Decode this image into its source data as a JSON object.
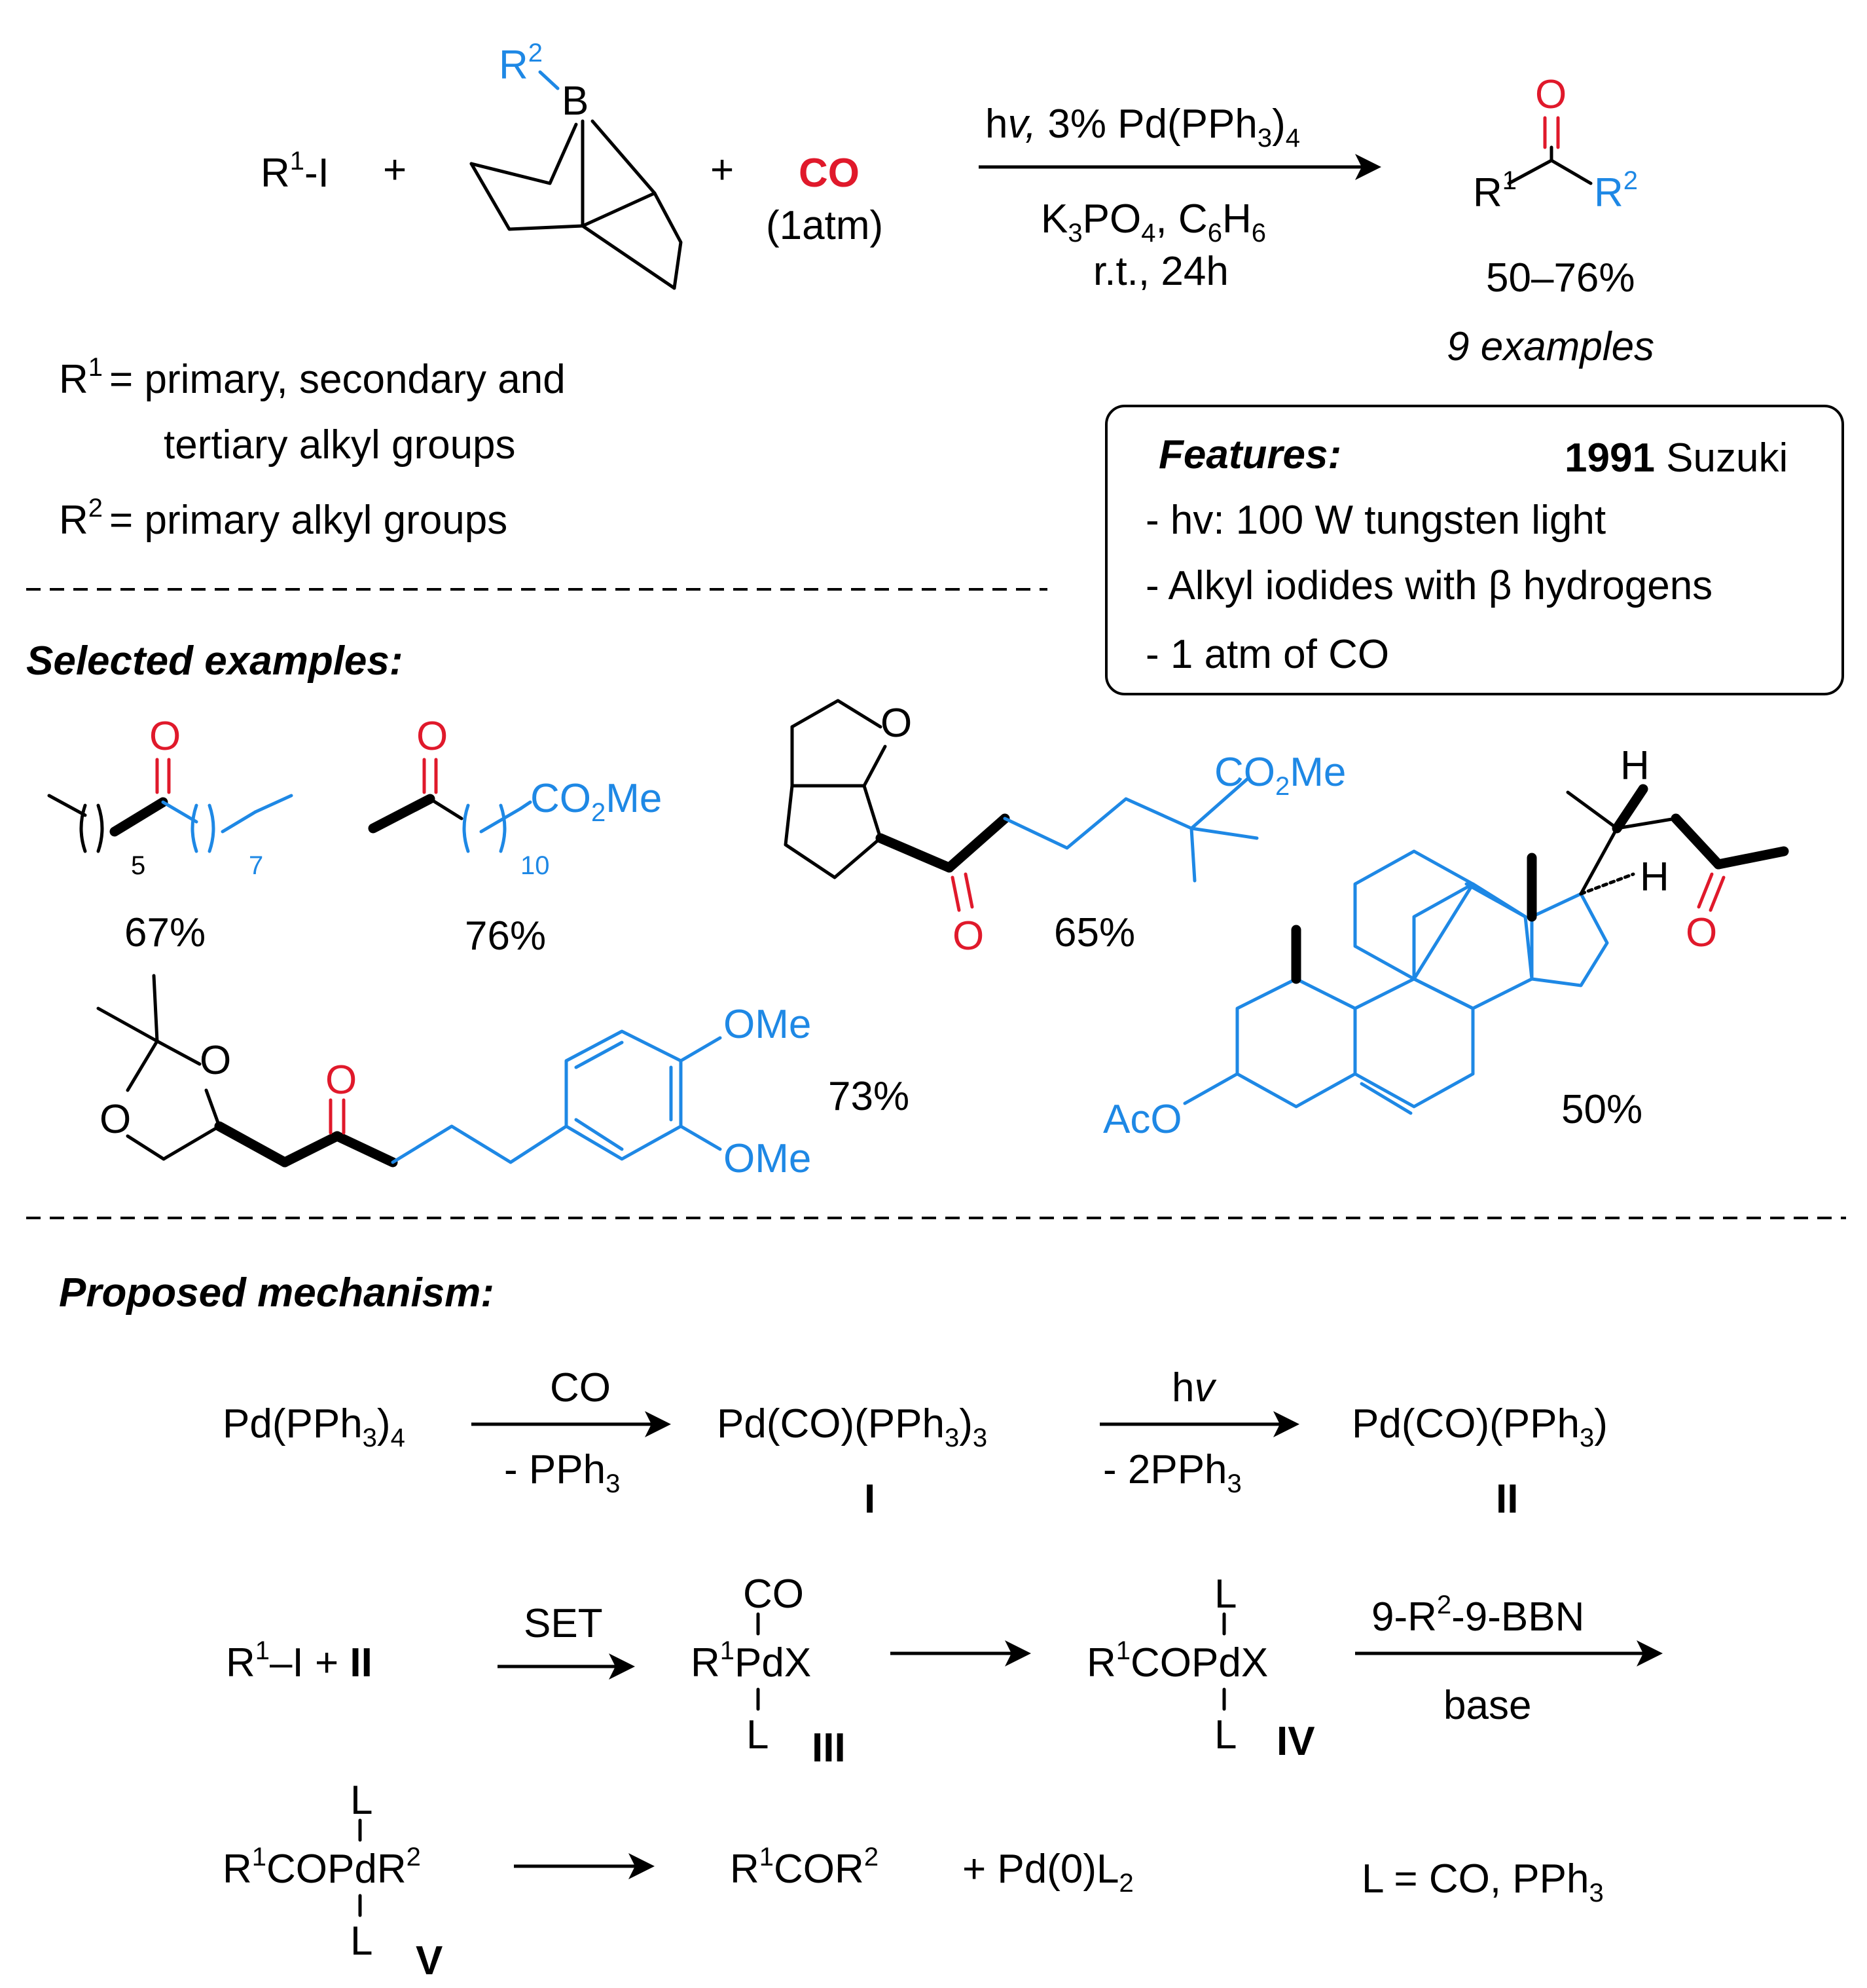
{
  "scheme": {
    "reactant1": "R",
    "reactant1_sup": "1",
    "reactant1_tail": "-I",
    "plus": "+",
    "borane_r": "R",
    "borane_sup": "2",
    "borane_b": "B",
    "co": "CO",
    "co_pressure": "(1atm)",
    "conditions_top_a": "hv",
    "conditions_top_b": ", 3% Pd(PPh",
    "conditions_top_c": ")",
    "conditions_top_sub3": "3",
    "conditions_top_sub4": "4",
    "conditions_base": "K",
    "conditions_base_full": "K3PO4, C6H6",
    "conditions_mid": "r.t., 24h",
    "product_o": "O",
    "product_r1": "R",
    "product_r1_sup": "1",
    "product_r2": "R",
    "product_r2_sup": "2",
    "yield_range": "50–76%",
    "examples_count": "9 examples",
    "r1_def_line1": "= primary, secondary and",
    "r1_def_line2": "tertiary alkyl groups",
    "r2_def": "= primary alkyl groups"
  },
  "features": {
    "heading": "Features:",
    "year": "1991",
    "author": "Suzuki",
    "items": [
      "- hv: 100 W tungsten light",
      "- Alkyl iodides with β hydrogens",
      "- 1 atm of CO"
    ]
  },
  "selected": {
    "heading": "Selected examples:",
    "ex1_yield": "67%",
    "ex1_n1": "5",
    "ex1_n2": "7",
    "ex2_yield": "76%",
    "ex2_n": "10",
    "ex2_group": "CO2Me",
    "ex3_yield": "65%",
    "ex3_group": "CO2Me",
    "ex4_yield": "73%",
    "ex4_ome1": "OMe",
    "ex4_ome2": "OMe",
    "ex5_yield": "50%",
    "ex5_aco": "AcO",
    "h_label": "H",
    "o_label": "O"
  },
  "mechanism": {
    "heading": "Proposed mechanism:",
    "pd_start": "Pd(PPh3)4",
    "step1_top": "CO",
    "step1_bottom": "- PPh3",
    "int1": "Pd(CO)(PPh3)3",
    "int1_label": "I",
    "step2_top": "hv",
    "step2_bottom": "- 2PPh3",
    "int2": "Pd(CO)(PPh3)",
    "int2_label": "II",
    "set_reactants": "R1–I  +  II",
    "set_label": "SET",
    "int3_label": "III",
    "int4_label": "IV",
    "step_bbn_top": "9-R2-9-BBN",
    "step_bbn_bottom": "base",
    "int5_label": "V",
    "product": "R1COR2",
    "pd_end": "+ Pd(0)L2",
    "ligand_def": "L = CO, PPh3"
  },
  "colors": {
    "accent_blue": "#1e88e5",
    "accent_red": "#e0192b"
  }
}
